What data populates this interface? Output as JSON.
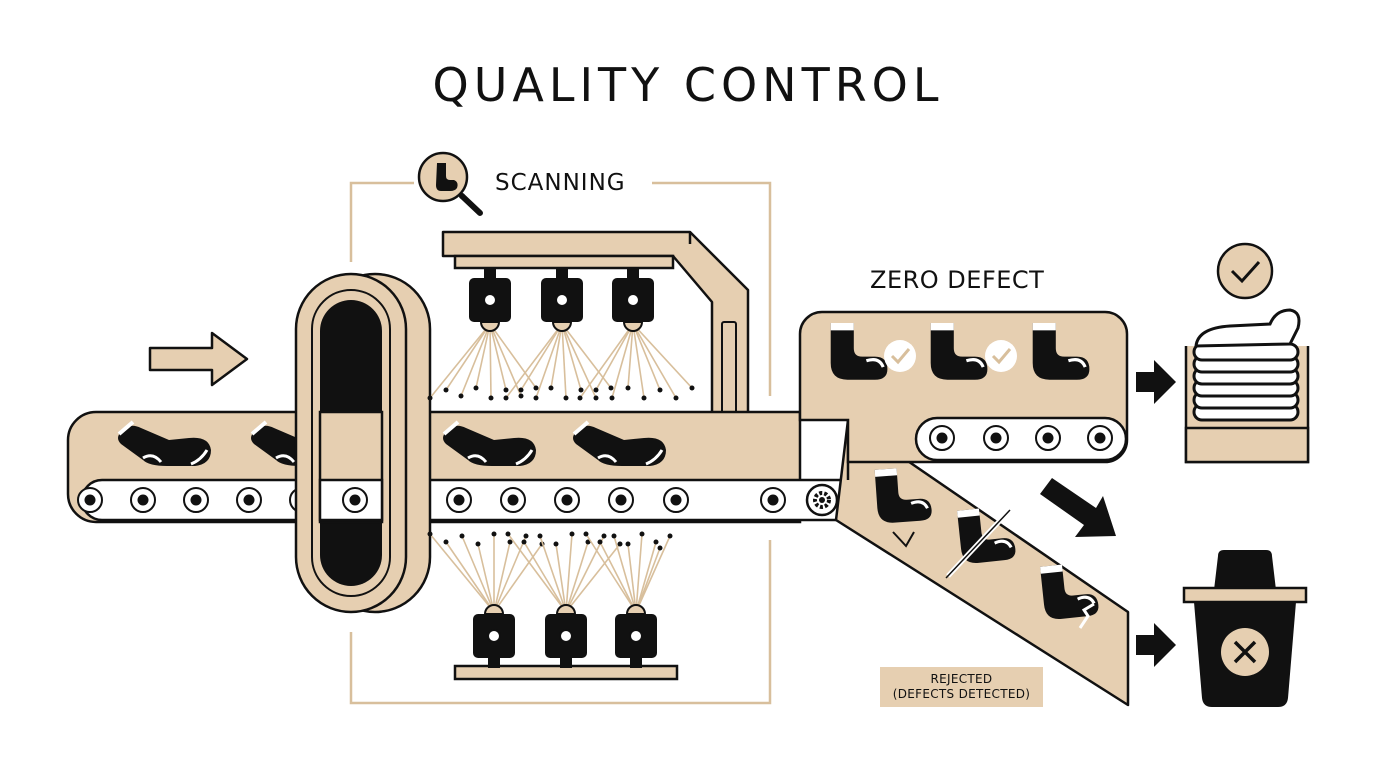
{
  "title": "QUALITY CONTROL",
  "labels": {
    "scanning": "SCANNING",
    "zero_defect": "ZERO DEFECT",
    "rejected_line1": "REJECTED",
    "rejected_line2": "(DEFECTS DETECTED)"
  },
  "colors": {
    "tan": "#e6cfb1",
    "stroke": "#111111",
    "frame": "#d8bf9c",
    "background": "#ffffff"
  },
  "icons": {
    "scan": "magnifier-sock-icon",
    "approved": "check-circle-icon",
    "rejected": "x-circle-icon",
    "input": "arrow-right-icon"
  }
}
